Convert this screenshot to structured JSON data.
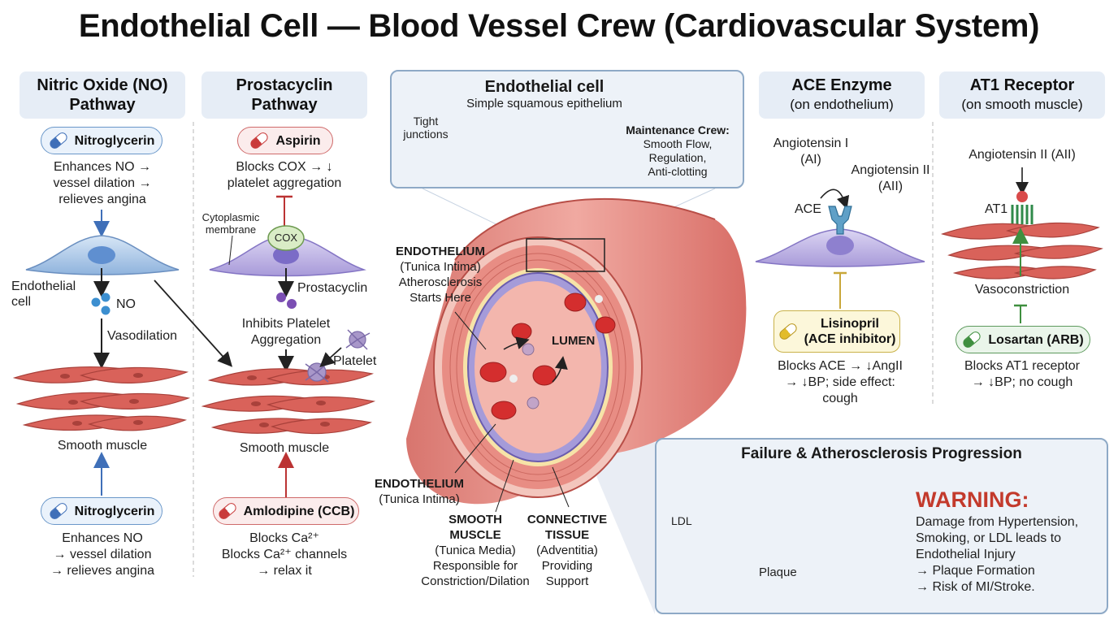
{
  "title": "Endothelial Cell — Blood Vessel Crew (Cardiovascular System)",
  "no_pathway": {
    "header": "Nitric Oxide (NO) Pathway",
    "drug_top": "Nitroglycerin",
    "desc_top": [
      "Enhances NO →",
      "vessel dilation →",
      "relieves angina"
    ],
    "cell_label": [
      "Endothelial",
      "cell"
    ],
    "no_label": "NO",
    "vasodilation": "Vasodilation",
    "smooth_muscle": "Smooth muscle",
    "drug_bottom": "Nitroglycerin",
    "desc_bottom": [
      "Enhances NO",
      "→ vessel dilation",
      "→ relieves angina"
    ]
  },
  "prostacyclin": {
    "header": "Prostacyclin Pathway",
    "drug_top": "Aspirin",
    "desc_top": [
      "Blocks COX → ↓",
      "platelet aggregation"
    ],
    "membrane": [
      "Cytoplasmic",
      "membrane"
    ],
    "cox": "COX",
    "prostacyclin_label": "Prostacyclin",
    "inhibits": [
      "Inhibits Platelet",
      "Aggregation"
    ],
    "platelet": "Platelet",
    "smooth_muscle": "Smooth muscle",
    "drug_bottom": "Amlodipine (CCB)",
    "desc_bottom": [
      "Blocks Ca²⁺",
      "Blocks Ca²⁺ channels",
      "→ relax it"
    ]
  },
  "endothelial_cell_box": {
    "title": "Endothelial cell",
    "subtitle": "Simple squamous epithelium",
    "tight": [
      "Tight",
      "junctions"
    ],
    "crew_title": "Maintenance Crew:",
    "crew_lines": [
      "Smooth Flow,",
      "Regulation,",
      "Anti-clotting"
    ]
  },
  "vessel": {
    "endo_top": [
      "ENDOTHELIUM",
      "(Tunica Intima)",
      "Atherosclerosis",
      "Starts Here"
    ],
    "lumen": "LUMEN",
    "endo_bottom": [
      "ENDOTHELIUM",
      "(Tunica Intima)"
    ],
    "smooth": [
      "SMOOTH",
      "MUSCLE",
      "(Tunica Media)",
      "Responsible for",
      "Constriction/Dilation"
    ],
    "connective": [
      "CONNECTIVE",
      "TISSUE",
      "(Adventitia)",
      "Providing",
      "Support"
    ]
  },
  "ace": {
    "header": "ACE Enzyme",
    "header_sub": "(on endothelium)",
    "ang1": [
      "Angiotensin I",
      "(AI)"
    ],
    "ang2": [
      "Angiotensin II",
      "(AII)"
    ],
    "ace_label": "ACE",
    "drug": [
      "Lisinopril",
      "(ACE inhibitor)"
    ],
    "desc": [
      "Blocks ACE → ↓AngII",
      "→ ↓BP; side effect:",
      "cough"
    ]
  },
  "at1": {
    "header": "AT1 Receptor",
    "header_sub": "(on smooth muscle)",
    "ang2": "Angiotensin II (AII)",
    "at1_label": "AT1",
    "vasoconstriction": "Vasoconstriction",
    "drug": "Losartan (ARB)",
    "desc": [
      "Blocks AT1 receptor",
      "→ ↓BP; no cough"
    ]
  },
  "failure": {
    "title": "Failure & Atherosclerosis Progression",
    "ldl": "LDL",
    "plaque": "Plaque",
    "warning": "WARNING:",
    "lines": [
      "Damage from Hypertension,",
      "Smoking, or LDL leads to",
      "Endothelial Injury",
      "→ Plaque Formation",
      "→ Risk of MI/Stroke."
    ]
  },
  "colors": {
    "header_bg": "#e6edf6",
    "muscle": "#d9625a",
    "endothelium": "#9d8fd8",
    "warning_red": "#c33a2c"
  }
}
